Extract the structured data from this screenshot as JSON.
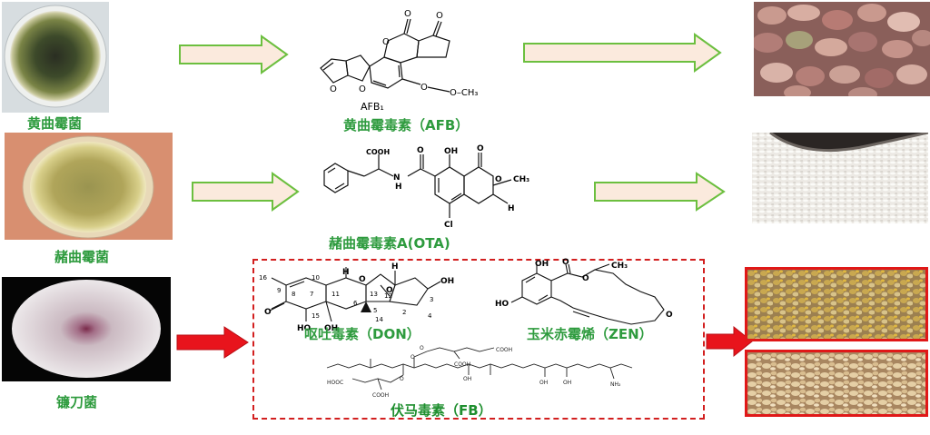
{
  "fungi": [
    {
      "label": "黄曲霉菌"
    },
    {
      "label": "赭曲霉菌"
    },
    {
      "label": "镰刀菌"
    }
  ],
  "toxins": {
    "afb": {
      "name": "黄曲霉毒素（AFB）",
      "formula_label": "AFB₁",
      "substituent": "O–CH₃"
    },
    "ota": {
      "name": "赭曲霉毒素A(OTA)",
      "cooh": "COOH",
      "oh": "OH",
      "nh": "N",
      "h": "H",
      "cl": "Cl",
      "me": "CH₃"
    },
    "don": {
      "name": "呕吐毒素（DON）"
    },
    "zen": {
      "name": "玉米赤霉烯（ZEN）",
      "oh": "OH",
      "ch3": "CH₃"
    },
    "fb": {
      "name": "伏马毒素（FB）"
    }
  },
  "colors": {
    "arrow_green_fill": "#fbeadd",
    "arrow_green_stroke": "#6cbf3f",
    "arrow_red": "#e8141c",
    "label_green": "#2e9b3e",
    "dashed_border": "#d21f1f"
  },
  "icons": [
    "arrow-right-green",
    "arrow-right-red"
  ]
}
